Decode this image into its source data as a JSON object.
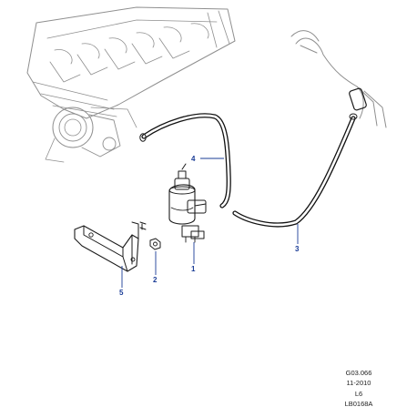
{
  "callouts": {
    "c1": "1",
    "c2": "2",
    "c3": "3",
    "c4": "4",
    "c5": "5"
  },
  "meta": {
    "figure_code": "G03.066",
    "date": "11-2010",
    "model": "L6",
    "ref": "LB0168A"
  },
  "colors": {
    "callout": "#1a3c96",
    "line": "#1b1b1b",
    "engine_ghost": "#8f8f8f"
  }
}
